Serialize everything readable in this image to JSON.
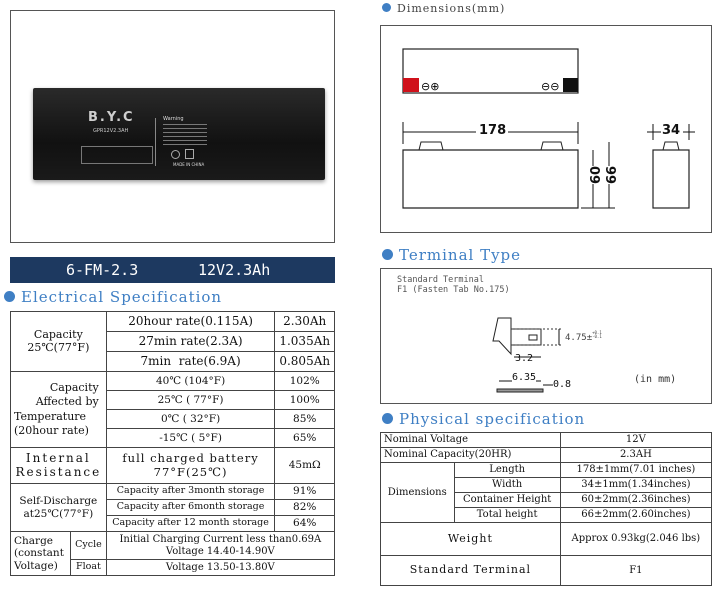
{
  "battery_photo": {
    "brand": "B.Y.C",
    "model_label": "GPR12V2.3AH",
    "warning_heading": "Warning",
    "origin": "MADE IN CHINA"
  },
  "banner": {
    "model": "6-FM-2.3",
    "rating": "12V2.3Ah"
  },
  "electrical": {
    "title": "Electrical Specification",
    "capacity_label": [
      "Capacity",
      "25℃(77°F)"
    ],
    "capacity_rows": [
      {
        "condition": "20hour rate(0.115A)",
        "value": "2.30Ah"
      },
      {
        "condition": "27min rate(2.3A)",
        "value": "1.035Ah"
      },
      {
        "condition": "7min  rate(6.9A)",
        "value": "0.805Ah"
      }
    ],
    "temp_label": [
      "Capacity",
      "Affected by",
      "Temperature",
      "(20hour rate)"
    ],
    "temp_rows": [
      {
        "condition": "40℃ (104°F)",
        "value": "102%"
      },
      {
        "condition": "25℃ ( 77°F)",
        "value": "100%"
      },
      {
        "condition": "0℃ ( 32°F)",
        "value": "85%"
      },
      {
        "condition": "-15℃ ( 5°F)",
        "value": "65%"
      }
    ],
    "resistance_label": [
      "Internal",
      "Resistance"
    ],
    "resistance_condition": [
      "full charged battery",
      "77°F(25℃)"
    ],
    "resistance_value": "45mΩ",
    "self_discharge_label": [
      "Self-Discharge",
      "at25℃(77°F)"
    ],
    "self_discharge_rows": [
      {
        "condition": "Capacity after 3month storage",
        "value": "91%"
      },
      {
        "condition": "Capacity after 6month storage",
        "value": "82%"
      },
      {
        "condition": "Capacity after 12 month storage",
        "value": "64%"
      }
    ],
    "charge_label": [
      "Charge",
      "(constant",
      "Voltage)"
    ],
    "cycle_label": "Cycle",
    "cycle_text": [
      "Initial Charging Current less than0.69A",
      "Voltage 14.40-14.90V"
    ],
    "float_label": "Float",
    "float_text": "Voltage 13.50-13.80V"
  },
  "dimensions": {
    "title": "Dimensions(mm)",
    "length": "178",
    "height": "60",
    "total_height": "66",
    "width": "34"
  },
  "terminal": {
    "title": "Terminal Type",
    "caption": [
      "Standard Terminal",
      "F1 (Fasten Tab No.175)"
    ],
    "dim_a": "4.75",
    "dim_tol_plus": "+0.1",
    "dim_tol_minus": "-0.1",
    "dim_b": "3.2",
    "dim_c": "6.35",
    "dim_d": "0.8",
    "unit": "(in mm)"
  },
  "physical": {
    "title": "Physical specification",
    "rows": [
      {
        "label": "Nominal Voltage",
        "value": "12V"
      },
      {
        "label": "Nominal Capacity(20HR)",
        "value": "2.3AH"
      }
    ],
    "dimensions_label": "Dimensions",
    "dimension_rows": [
      {
        "label": "Length",
        "value": "178±1mm(7.01 inches)"
      },
      {
        "label": "Width",
        "value": "34±1mm(1.34inches)"
      },
      {
        "label": "Container Height",
        "value": "60±2mm(2.36inches)"
      },
      {
        "label": "Total height",
        "value": "66±2mm(2.60inches)"
      }
    ],
    "weight_label": "Weight",
    "weight_value": "Approx 0.93kg(2.046 lbs)",
    "terminal_label": "Standard Terminal",
    "terminal_value": "F1"
  }
}
